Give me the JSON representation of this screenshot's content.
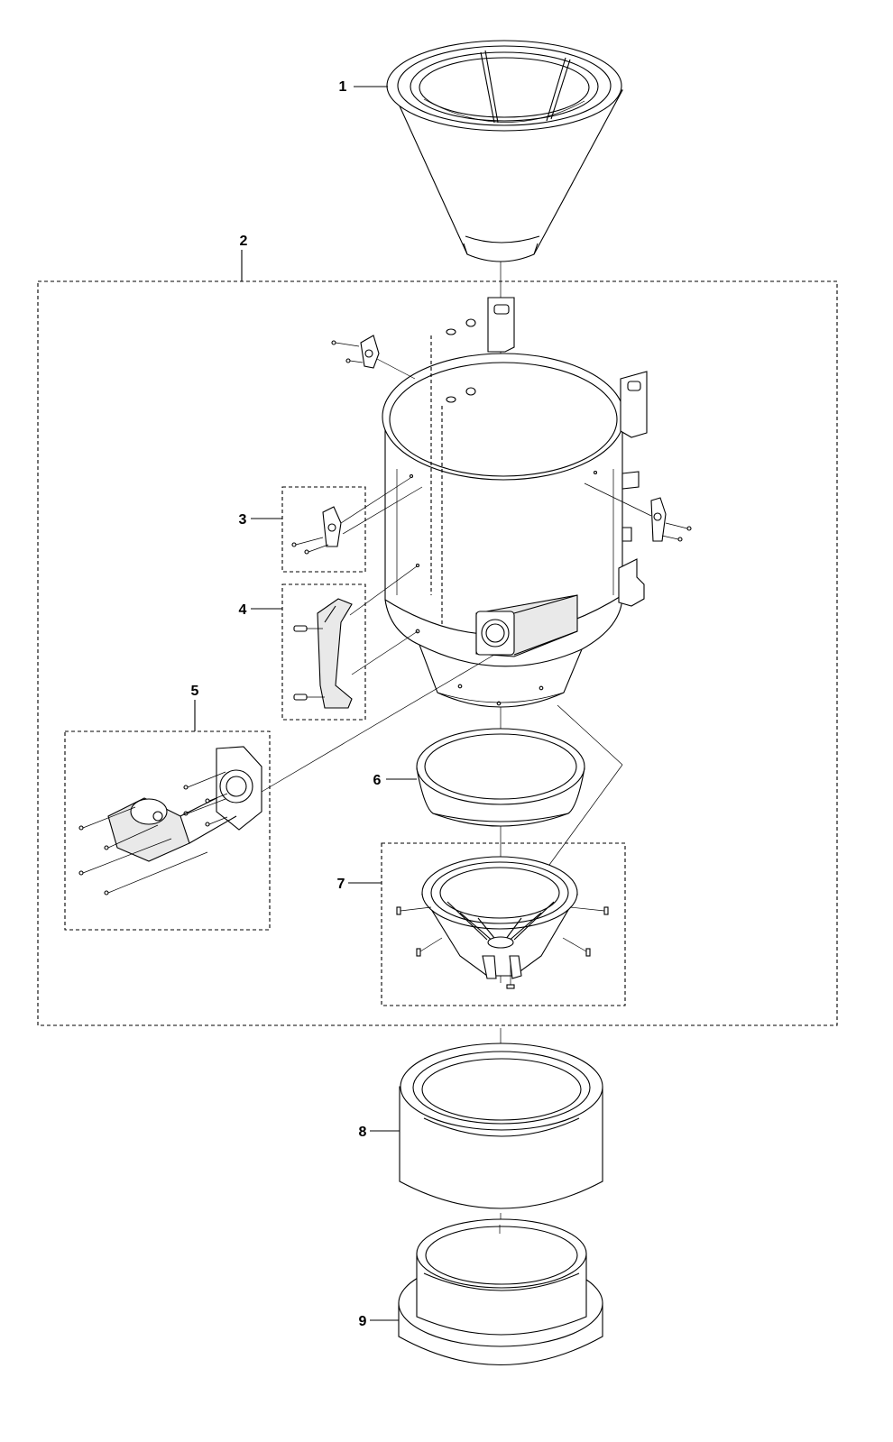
{
  "diagram": {
    "parts": [
      {
        "id": "part-1",
        "label": "1"
      },
      {
        "id": "part-2",
        "label": "2"
      },
      {
        "id": "part-3",
        "label": "3"
      },
      {
        "id": "part-4",
        "label": "4"
      },
      {
        "id": "part-5",
        "label": "5"
      },
      {
        "id": "part-6",
        "label": "6"
      },
      {
        "id": "part-7",
        "label": "7"
      },
      {
        "id": "part-8",
        "label": "8"
      },
      {
        "id": "part-9",
        "label": "9"
      }
    ]
  }
}
